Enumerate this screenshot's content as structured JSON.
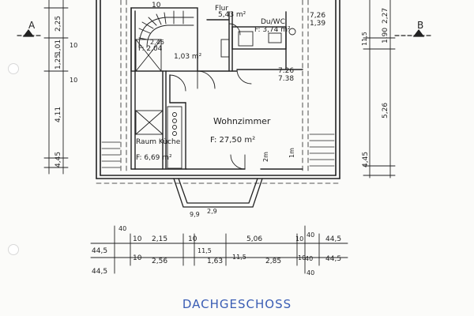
{
  "title": "DACHGESCHOSS",
  "section_markers": {
    "left": "A",
    "right": "B"
  },
  "rooms": {
    "flur": {
      "name": "Flur",
      "area": "5,43 m²"
    },
    "du_wc": {
      "name": "Du/WC",
      "area": "F: 3,74 m²"
    },
    "wohnzimmer": {
      "name": "Wohnzimmer",
      "area": "F: 27,50 m²",
      "label": "7.26",
      "label_area": "7.38"
    },
    "kueche": {
      "name": "Raum Küche",
      "area": "F: 6,69 m²"
    },
    "abst": {
      "area": "F: 2,04"
    },
    "small_room": {
      "area": "1,03 m²"
    }
  },
  "left_dims": [
    "2,25",
    "1,01",
    "1,25",
    "4,11",
    "4,45"
  ],
  "left_marks": [
    "10",
    "10"
  ],
  "right_dims": [
    "2,27",
    "1,90",
    "5,26",
    "4,45"
  ],
  "right_marks": [
    "7,26",
    "1,39",
    "11,5"
  ],
  "top_label": "10",
  "stair_marks": [
    "2,46",
    "2m",
    "1m"
  ],
  "bottom_row1": [
    "40",
    "10",
    "2,15",
    "10",
    "5,06",
    "10",
    "40",
    "44,5",
    "44,5"
  ],
  "bottom_row2": [
    "10",
    "2,56",
    "11,5",
    "1,63",
    "11,5",
    "2,85",
    "10",
    "40",
    "44,5",
    "44,5",
    "40"
  ],
  "balcony_marks": [
    "2,9",
    "9,9"
  ]
}
